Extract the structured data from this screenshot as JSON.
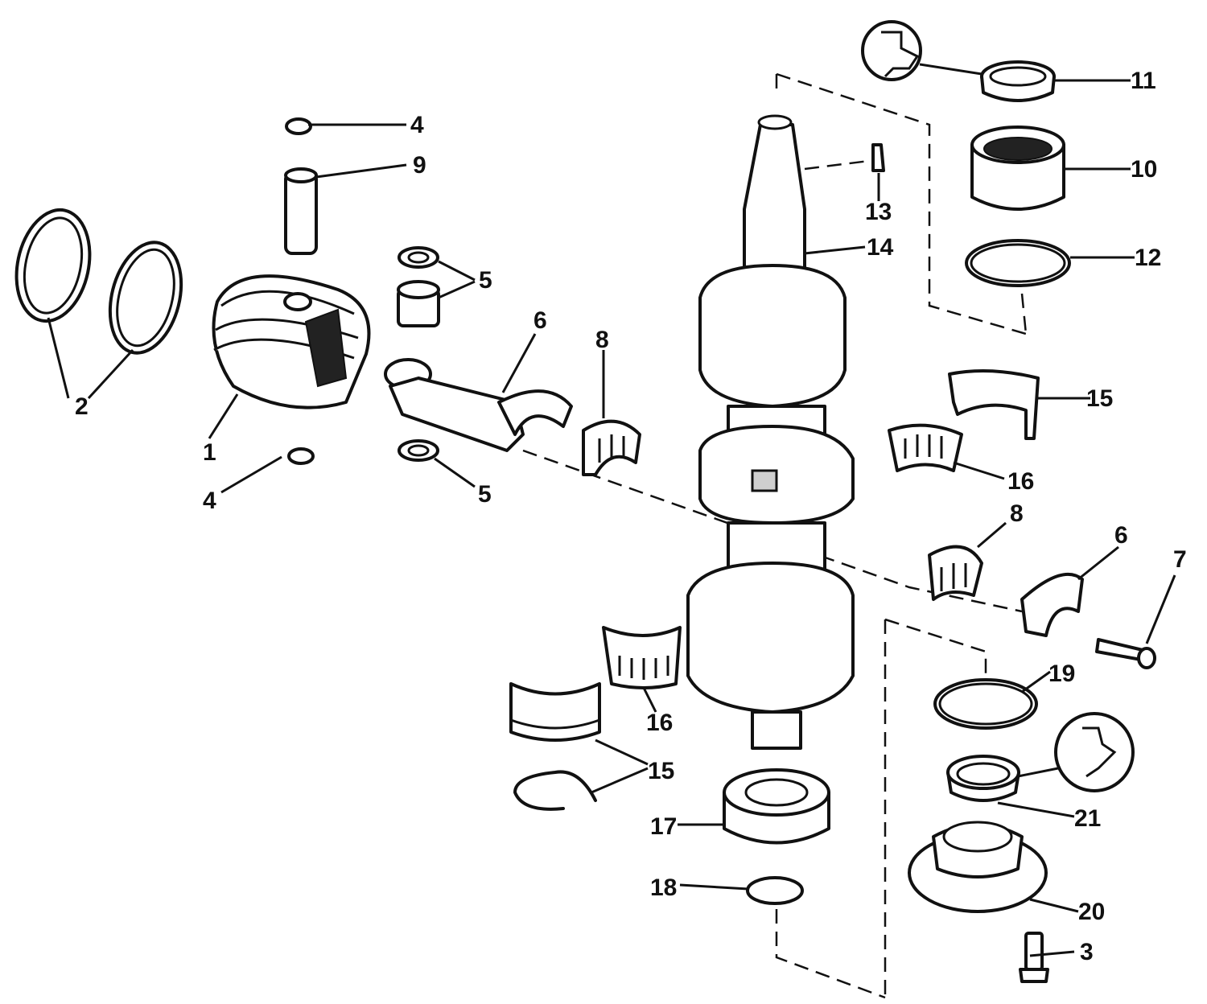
{
  "labels": {
    "l1": "1",
    "l2": "2",
    "l3": "3",
    "l4a": "4",
    "l4b": "4",
    "l5a": "5",
    "l5b": "5",
    "l6a": "6",
    "l6b": "6",
    "l7": "7",
    "l8a": "8",
    "l8b": "8",
    "l9": "9",
    "l10": "10",
    "l11": "11",
    "l12": "12",
    "l13": "13",
    "l14": "14",
    "l15a": "15",
    "l15b": "15",
    "l16a": "16",
    "l16b": "16",
    "l17": "17",
    "l18": "18",
    "l19": "19",
    "l20": "20",
    "l21": "21"
  }
}
